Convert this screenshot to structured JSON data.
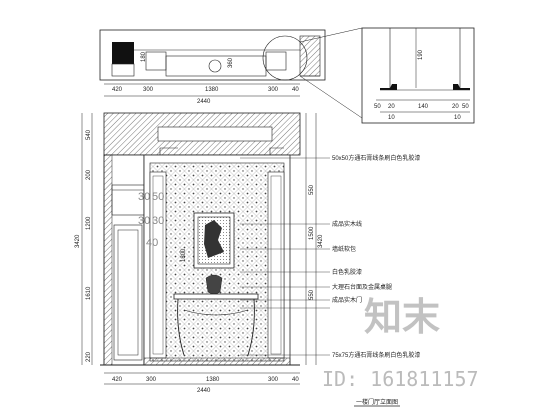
{
  "plan": {
    "dims_bottom": [
      "420",
      "300",
      "1380",
      "300",
      "40"
    ],
    "dim_total": "2440",
    "inner_labels": [
      "180",
      "360"
    ]
  },
  "detail": {
    "dim_height": "190",
    "dims_bottom": [
      "50",
      "20",
      "140",
      "20",
      "50"
    ],
    "dims_bottom2": [
      "10",
      "10"
    ]
  },
  "elevation": {
    "left_dims": [
      "540",
      "200",
      "1200",
      "1610",
      "220"
    ],
    "left_total": "3420",
    "right_dims": [
      "550",
      "1500",
      "550"
    ],
    "right_total": "3420",
    "inner_dims": [
      "30",
      "50",
      "30",
      "30",
      "40"
    ],
    "center_dim": "1800",
    "bottom_dims": [
      "420",
      "300",
      "1380",
      "300",
      "40"
    ],
    "bottom_total": "2440",
    "callouts": [
      "50x50方通石膏线条刷白色乳胶漆",
      "",
      "",
      "成品实木线",
      "墙纸软包",
      "白色乳胶漆",
      "大理石台面及金属桌腿",
      "成品实木门",
      "75x75方通石膏线条刷白色乳胶漆"
    ],
    "title": "一楼门厅立面图"
  },
  "watermark": {
    "brand": "知末",
    "id": "ID: 161811157"
  }
}
